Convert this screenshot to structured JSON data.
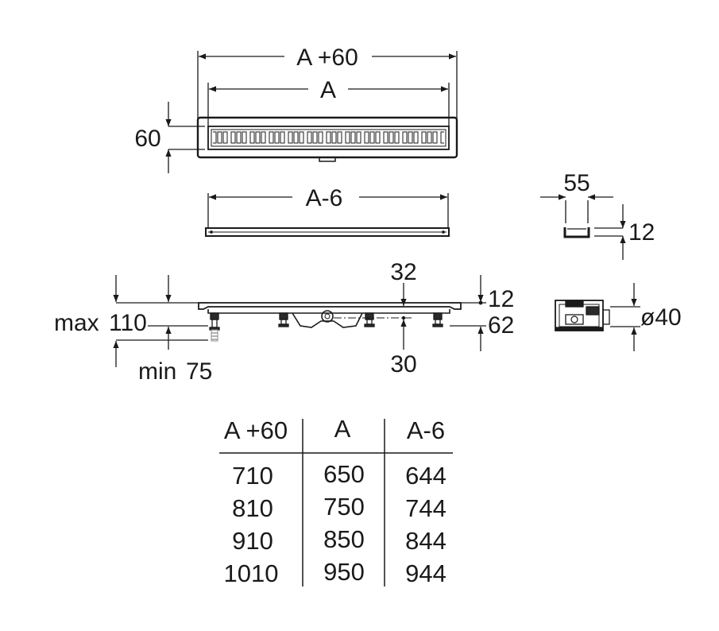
{
  "dimensions": {
    "top_view": {
      "overall_length": "A +60",
      "grate_length": "A",
      "width": "60"
    },
    "grate": {
      "length": "A-6"
    },
    "profile": {
      "width": "55",
      "height": "12"
    },
    "side_view": {
      "max_label": "max",
      "max_value": "110",
      "min_label": "min",
      "min_value": "75",
      "outlet_top": "32",
      "outlet_center": "30",
      "grate_thickness": "12",
      "body_height": "62"
    },
    "outlet": {
      "diameter": "ø40"
    }
  },
  "table": {
    "headers": [
      "A +60",
      "A",
      "A-6"
    ],
    "rows": [
      [
        "710",
        "650",
        "644"
      ],
      [
        "810",
        "750",
        "744"
      ],
      [
        "910",
        "850",
        "844"
      ],
      [
        "1010",
        "950",
        "944"
      ]
    ]
  },
  "colors": {
    "line": "#1a1a1a",
    "grey": "#8c8c8c",
    "background": "#ffffff"
  }
}
